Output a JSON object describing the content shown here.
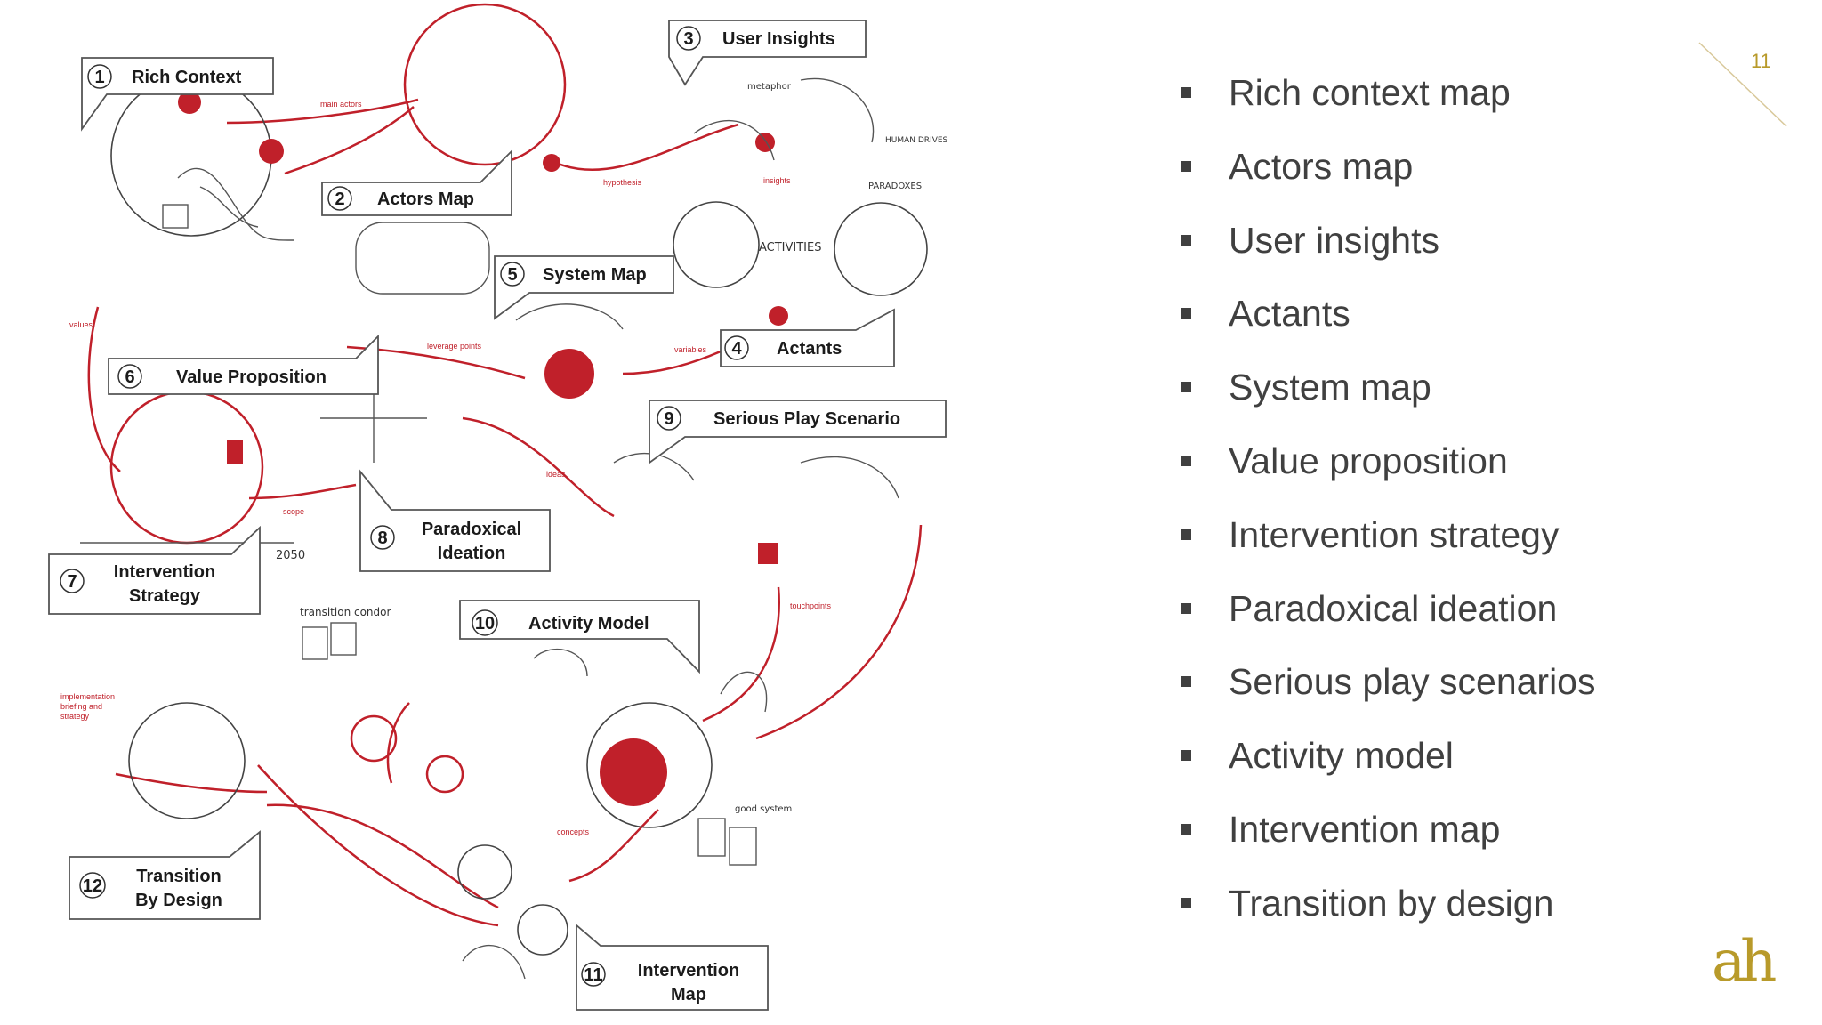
{
  "slide": {
    "page_number": "11",
    "logo_text": "ah"
  },
  "diagram": {
    "steps": [
      {
        "num": "1",
        "lines": [
          "Rich Context"
        ]
      },
      {
        "num": "2",
        "lines": [
          "Actors Map"
        ]
      },
      {
        "num": "3",
        "lines": [
          "User Insights"
        ]
      },
      {
        "num": "4",
        "lines": [
          "Actants"
        ]
      },
      {
        "num": "5",
        "lines": [
          "System Map"
        ]
      },
      {
        "num": "6",
        "lines": [
          "Value  Proposition"
        ]
      },
      {
        "num": "7",
        "lines": [
          "Intervention",
          "Strategy"
        ]
      },
      {
        "num": "8",
        "lines": [
          "Paradoxical",
          "Ideation"
        ]
      },
      {
        "num": "9",
        "lines": [
          "Serious Play Scenario"
        ]
      },
      {
        "num": "10",
        "lines": [
          "Activity Model"
        ]
      },
      {
        "num": "11",
        "lines": [
          "Intervention",
          "Map"
        ]
      },
      {
        "num": "12",
        "lines": [
          "Transition",
          "By Design"
        ]
      }
    ],
    "connector_notes": {
      "main_actors": "main actors",
      "hypothesis": "hypothesis",
      "insights": "insights",
      "values": "values",
      "leverage_points": "leverage points",
      "variables": "variables",
      "ideas": "ideas",
      "scope": "scope",
      "touchpoints": "touchpoints",
      "concepts": "concepts",
      "implementation": [
        "implementation",
        "briefing and",
        "strategy"
      ]
    },
    "sketch_text": {
      "activities": "ACTIVITIES",
      "year": "2050",
      "transition_condor": "transition condor",
      "human_drives": "HUMAN DRIVES",
      "paradoxes": "PARADOXES",
      "good_system": "good system",
      "metaphor": "metaphor"
    }
  },
  "bullets": [
    "Rich context map",
    "Actors map",
    "User insights",
    "Actants",
    "System map",
    "Value proposition",
    "Intervention strategy",
    "Paradoxical ideation",
    "Serious play scenarios",
    "Activity model",
    "Intervention map",
    "Transition by design"
  ],
  "colors": {
    "accent_red": "#c0202a",
    "gold": "#b89a2a",
    "text_gray": "#404040"
  }
}
